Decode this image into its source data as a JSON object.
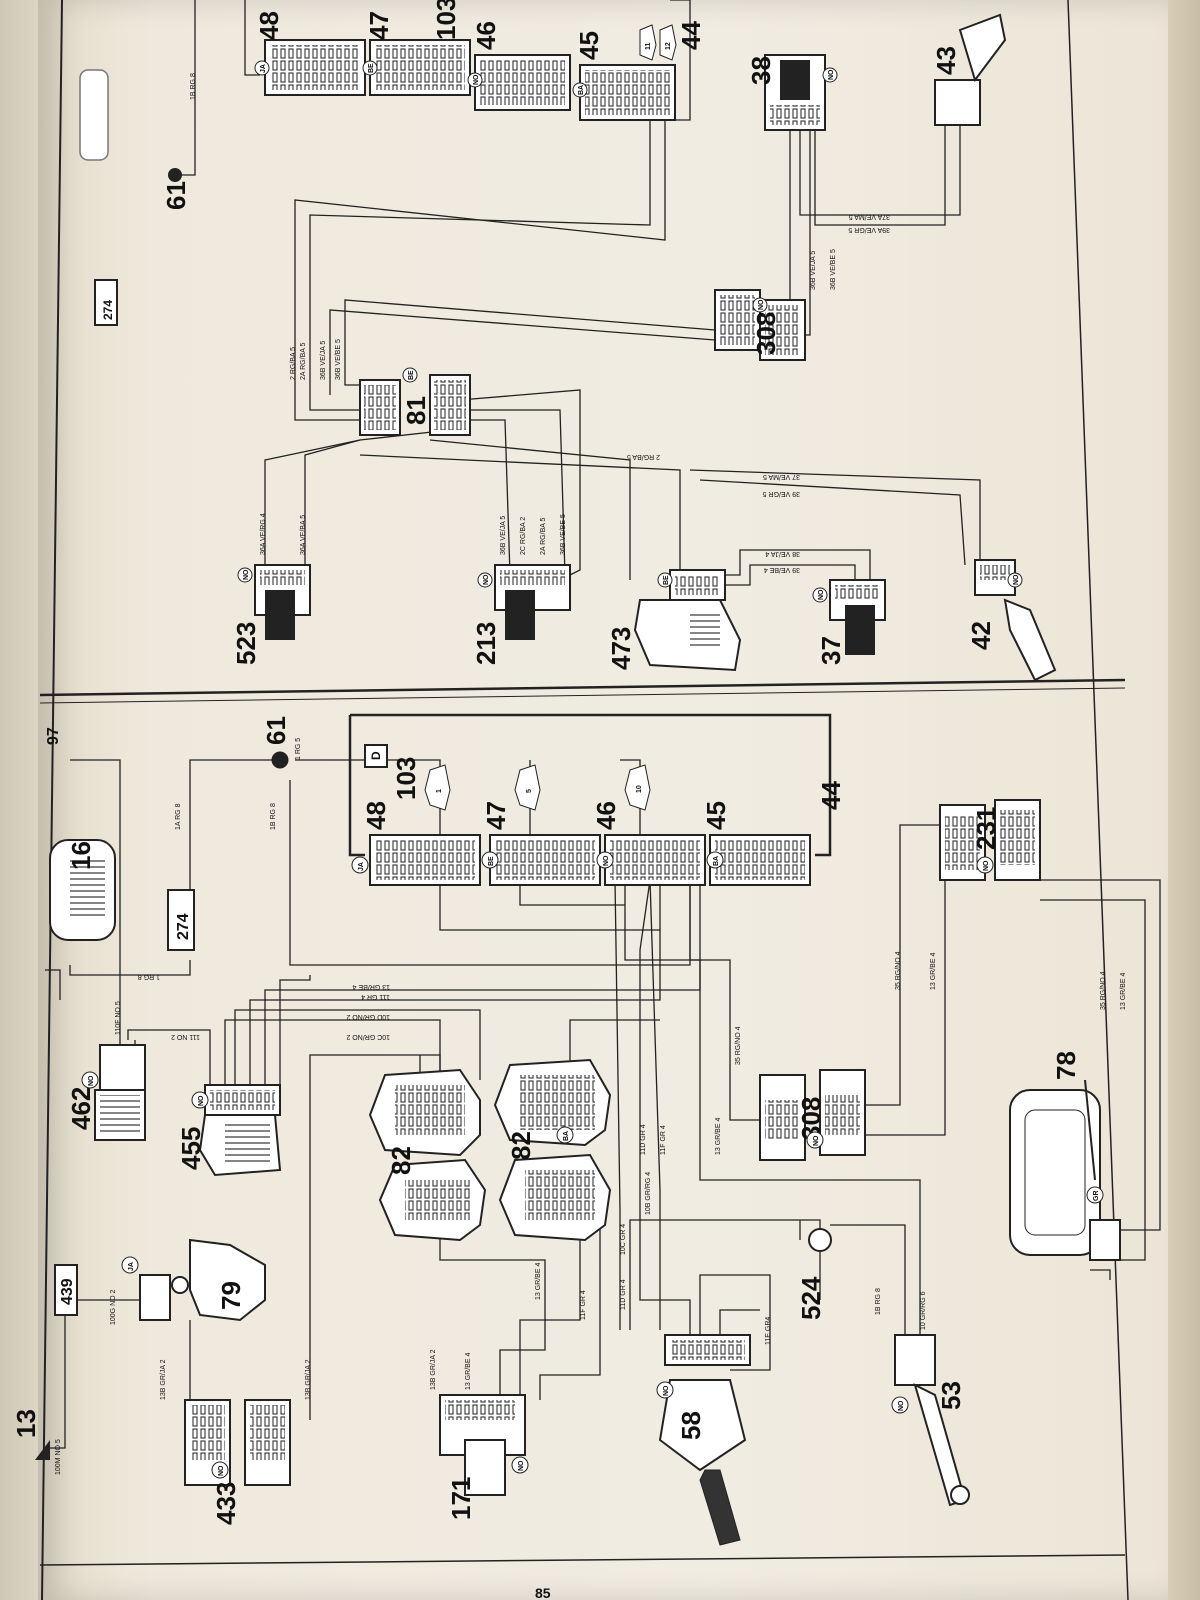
{
  "page": {
    "number": "85"
  },
  "bottom_panel": {
    "components": {
      "c13": "13",
      "c439": "439",
      "c433": "433",
      "c79": "79",
      "c171": "171",
      "c82a": "82",
      "c82b": "82",
      "c58": "58",
      "c524": "524",
      "c53": "53",
      "c78": "78",
      "c455": "455",
      "c462": "462",
      "c16": "16",
      "c274": "274",
      "c97": "97",
      "c61": "61",
      "c103": "103",
      "c48": "48",
      "c47": "47",
      "c46": "46",
      "c45": "45",
      "c44": "44",
      "c308": "308",
      "c231": "231"
    },
    "badges": {
      "b433": "NO",
      "b79": "JA",
      "b171": "NO",
      "b82": "BA",
      "b58": "NO",
      "b53": "NO",
      "b78": "GR",
      "b455": "NO",
      "b462": "NO",
      "b48": "JA",
      "b47": "BE",
      "b46": "NO",
      "b45": "BA",
      "b308": "NO",
      "b231": "NO",
      "d103": "D"
    },
    "flags": {
      "f1": "1",
      "f5": "5",
      "f10": "10"
    },
    "wires": {
      "w1": "100M NO 5",
      "w2": "13B GR/JA 2",
      "w3": "100G NO 2",
      "w4": "13B GR/JA 2",
      "w5": "13B GR/JA 2",
      "w6": "13 GR/BE 4",
      "w7": "11F GR 4",
      "w8": "11D GR 4",
      "w9": "11E GR4",
      "w10": "10C GR 4",
      "w11": "10B GR/RG 4",
      "w12": "11D GR 4",
      "w13": "11F GR 4",
      "w14": "13 GR/BE 4",
      "w15": "1B RG 8",
      "w16": "10 GR/RG 6",
      "w17": "35 RG/NO 4",
      "w18": "13 GR/BE 4",
      "w19": "35 RG/NO 4",
      "w20": "13 GR/BE 4",
      "w21": "35 RG/NO 4",
      "w22": "13 GR/BE 4",
      "w23": "110F NO 5",
      "w24": "111 NO 2",
      "w25": "10C GR/NO 2",
      "w26": "10D GR/NO 2",
      "w27": "111 GR 4",
      "w28": "13 GR/BE 4",
      "w29": "1 RG 8",
      "w30": "1A RG 8",
      "w31": "1B RG 8",
      "w32": "1 RG 5"
    }
  },
  "top_panel": {
    "components": {
      "c523": "523",
      "c213": "213",
      "c473": "473",
      "c37": "37",
      "c42": "42",
      "c81": "81",
      "c308": "308",
      "c38": "38",
      "c43": "43",
      "c61": "61",
      "c48": "48",
      "c47": "47",
      "c103": "103",
      "c46": "46",
      "c45": "45",
      "c44": "44",
      "c274": "274"
    },
    "badges": {
      "b523": "NO",
      "b213": "NO",
      "b473": "BE",
      "b37": "NO",
      "b42": "NO",
      "b81": "BE",
      "b308": "NO",
      "b38": "NO",
      "b48": "JA",
      "b47": "BE",
      "b46": "NO",
      "b45": "BA"
    },
    "flags": {
      "f11": "11",
      "f12": "12"
    },
    "wires": {
      "w1": "36A VE/RG 4",
      "w2": "36A VE/BA 5",
      "w3": "36B VE/JA 5",
      "w4": "2C RG/BA 2",
      "w5": "2A RG/BA 5",
      "w6": "36B VE/BE 5",
      "w7": "2 RG/BA 5",
      "w8": "2A RG/BA 5",
      "w9": "36B VE/JA 5",
      "w10": "36B VE/BE 5",
      "w11": "2 RG/BA 5",
      "w12": "37 VE/MA 5",
      "w13": "39 VE/GR 5",
      "w14": "38 VE/JA 4",
      "w15": "39 VE/BE 4",
      "w16": "36B VE/JA 5",
      "w17": "36B VE/BE 5",
      "w18": "37A VE/MA 5",
      "w19": "39A VE/GR 5",
      "w20": "1B RG 8"
    }
  }
}
